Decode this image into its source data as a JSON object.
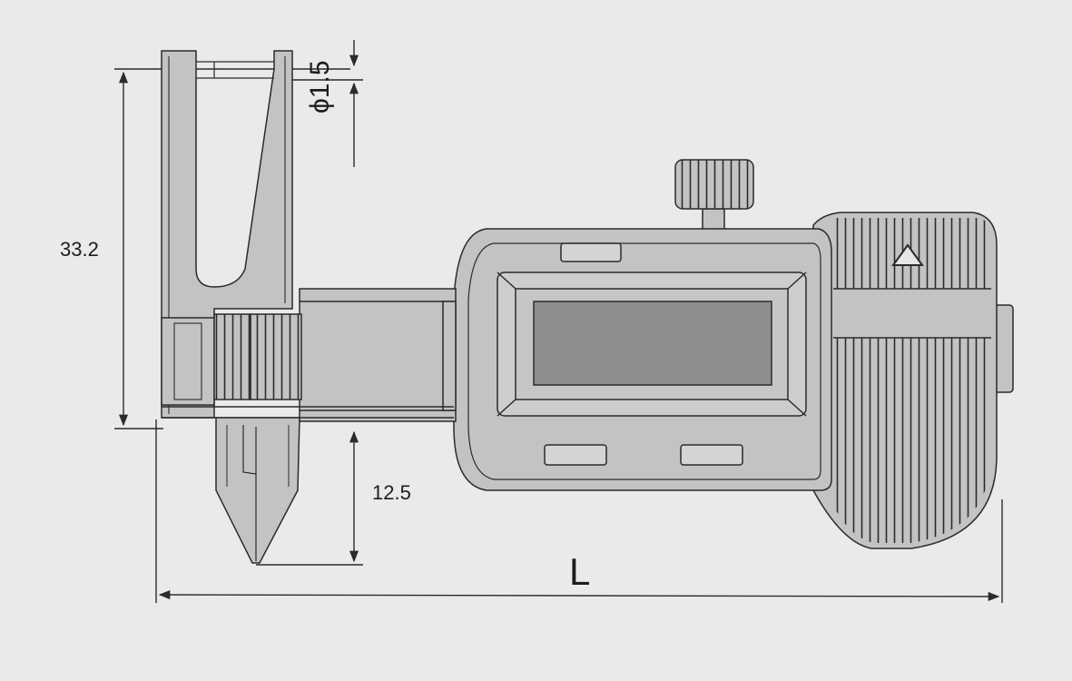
{
  "drawing": {
    "colors": {
      "background": "#e9ebea",
      "body_fill": "#c3c3c3",
      "line": "#2b2b2b",
      "display_fill": "#8e8e8e"
    },
    "dimensions": {
      "depth_label": "33.2",
      "tip_label": "12.5",
      "diameter_label": "ϕ1.5",
      "length_label": "L"
    }
  }
}
